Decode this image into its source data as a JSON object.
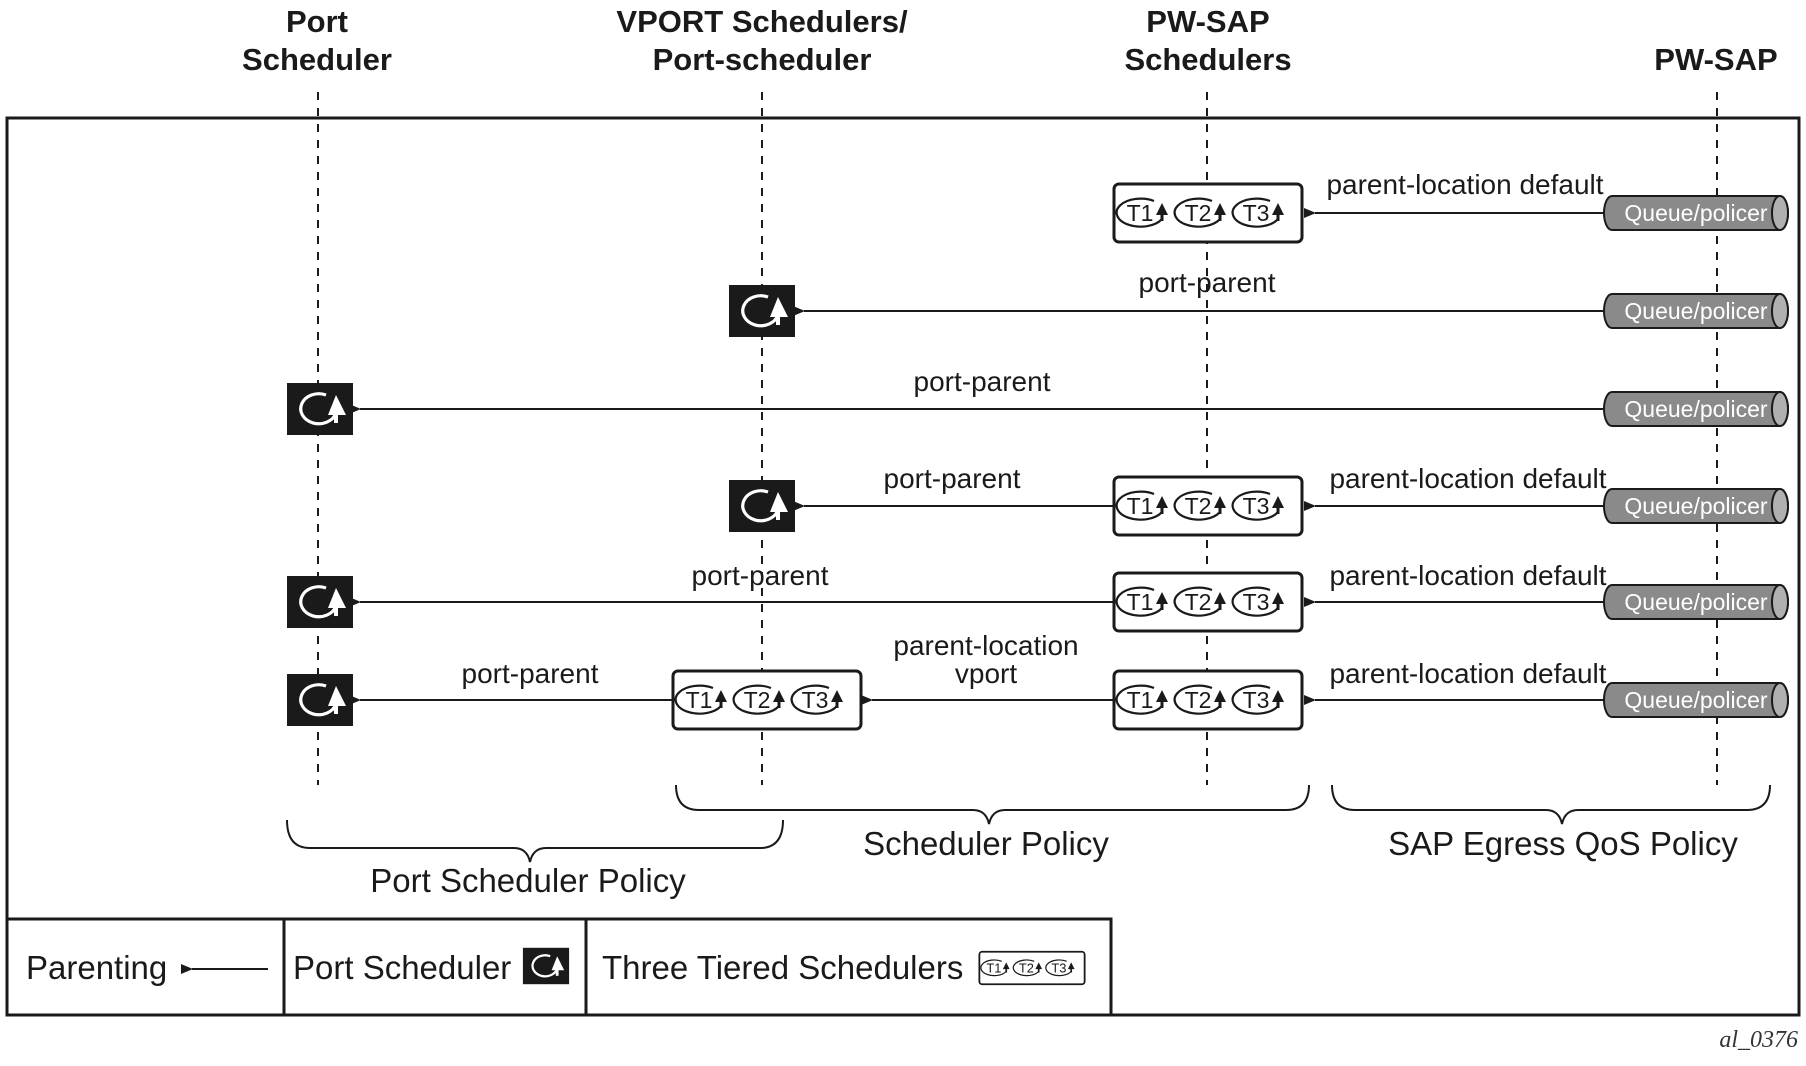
{
  "headers": {
    "port_scheduler": [
      "Port",
      "Scheduler"
    ],
    "vport": [
      "VPORT Schedulers/",
      "Port-scheduler"
    ],
    "pwsap_sched": [
      "PW-SAP",
      "Schedulers"
    ],
    "pwsap": "PW-SAP"
  },
  "queue_label": "Queue/policer",
  "tier_labels": [
    "T1",
    "T2",
    "T3"
  ],
  "edge_labels": {
    "parent_location_default": "parent-location default",
    "port_parent": "port-parent",
    "parent_location": "parent-location",
    "vport": "vport"
  },
  "braces": {
    "port_scheduler_policy": "Port Scheduler Policy",
    "scheduler_policy": "Scheduler Policy",
    "sap_egress_qos_policy": "SAP Egress QoS Policy"
  },
  "legend": {
    "parenting": "Parenting",
    "port_scheduler": "Port Scheduler",
    "three_tiered": "Three Tiered Schedulers"
  },
  "figure_ref": "al_0376",
  "colors": {
    "line": "#1a1a1a",
    "queue_fill": "#8a8a8a",
    "icon_bg": "#1a1a1a"
  }
}
